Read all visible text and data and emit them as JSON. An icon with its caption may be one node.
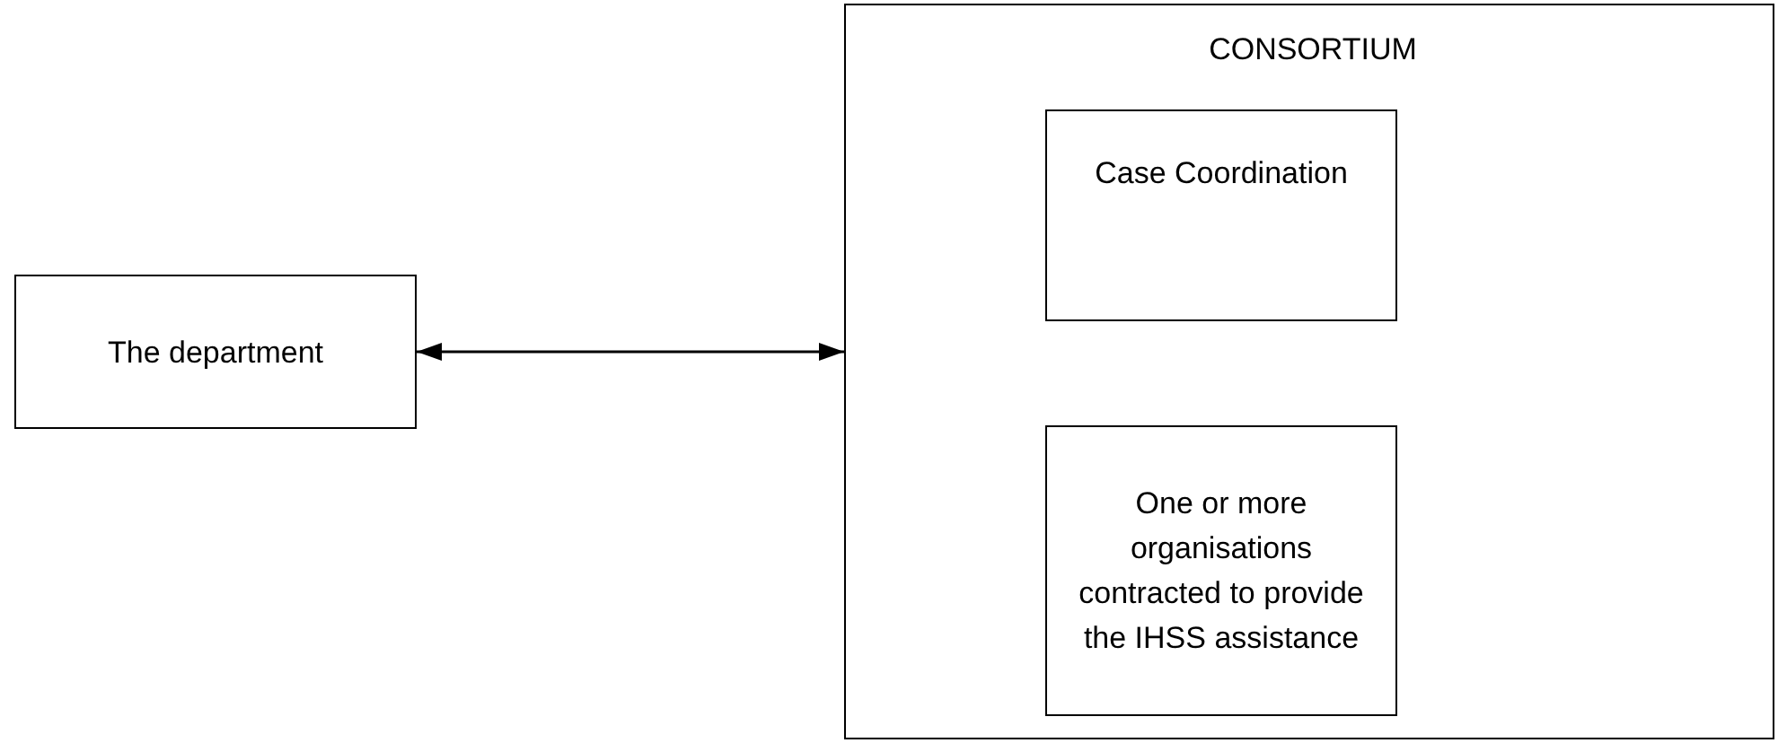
{
  "diagram": {
    "nodes": [
      {
        "text": [
          "The department"
        ]
      },
      {
        "text": [
          "CONSORTIUM"
        ]
      },
      {
        "text": [
          "Case Coordination"
        ],
        "in": 1
      },
      {
        "text": [
          "One or more organisations contracted to provide the IHSS assistance"
        ],
        "in": 1
      }
    ],
    "edges": [
      {
        "from": 0,
        "to": 1,
        "arrow": "both"
      }
    ]
  }
}
